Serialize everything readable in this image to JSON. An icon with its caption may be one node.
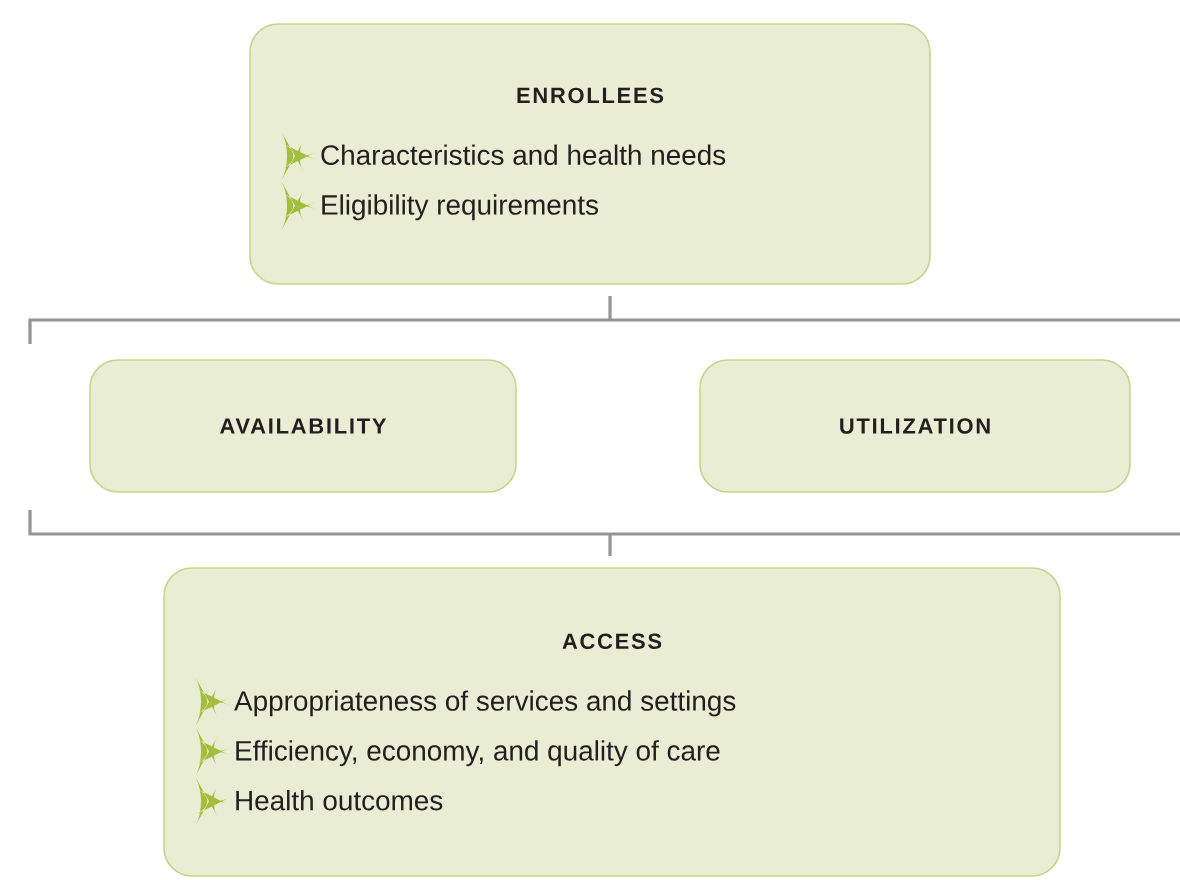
{
  "diagram": {
    "nodes": [
      {
        "text": [
          "ENROLLEES",
          "Characteristics and health needs",
          "Eligibility requirements"
        ]
      },
      {
        "text": [
          "AVAILABILITY"
        ]
      },
      {
        "text": [
          "UTILIZATION"
        ]
      },
      {
        "text": [
          "ACCESS",
          "Appropriateness of services and settings",
          "Efficiency, economy, and quality of care",
          "Health outcomes"
        ]
      }
    ]
  }
}
